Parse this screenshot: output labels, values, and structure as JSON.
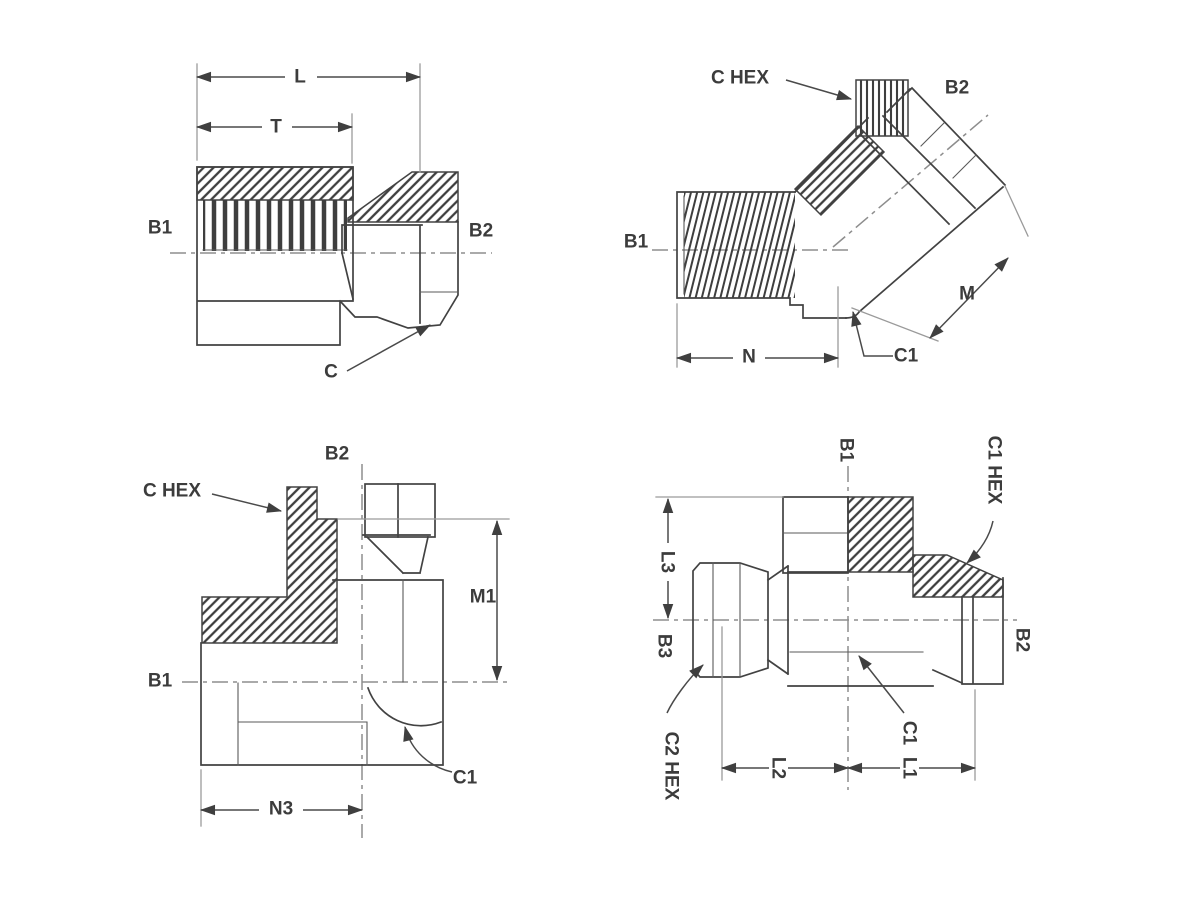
{
  "diagram": {
    "background_color": "#ffffff",
    "line_color": "#424242",
    "centerline_color": "#8d8d8d",
    "text_color": "#3c3c3c",
    "drawings": {
      "straight_adapter": {
        "labels": {
          "dim_length": "L",
          "dim_thread": "T",
          "end_b1": "B1",
          "end_b2": "B2",
          "hex_c": "C"
        }
      },
      "elbow_45": {
        "labels": {
          "hex_c": "C HEX",
          "end_b2": "B2",
          "end_b1": "B1",
          "dim_m": "M",
          "dim_n": "N",
          "corner_c1": "C1"
        }
      },
      "elbow_90": {
        "labels": {
          "end_b2": "B2",
          "hex_c": "C HEX",
          "dim_m1": "M1",
          "end_b1": "B1",
          "corner_c1": "C1",
          "dim_n3": "N3"
        }
      },
      "branch_tee": {
        "labels": {
          "end_b1": "B1",
          "hex_c1": "C1 HEX",
          "dim_l3": "L3",
          "end_b3": "B3",
          "hex_c2": "C2 HEX",
          "dim_l2": "L2",
          "corner_c1": "C1",
          "dim_l1": "L1",
          "end_b2": "B2"
        }
      }
    }
  }
}
